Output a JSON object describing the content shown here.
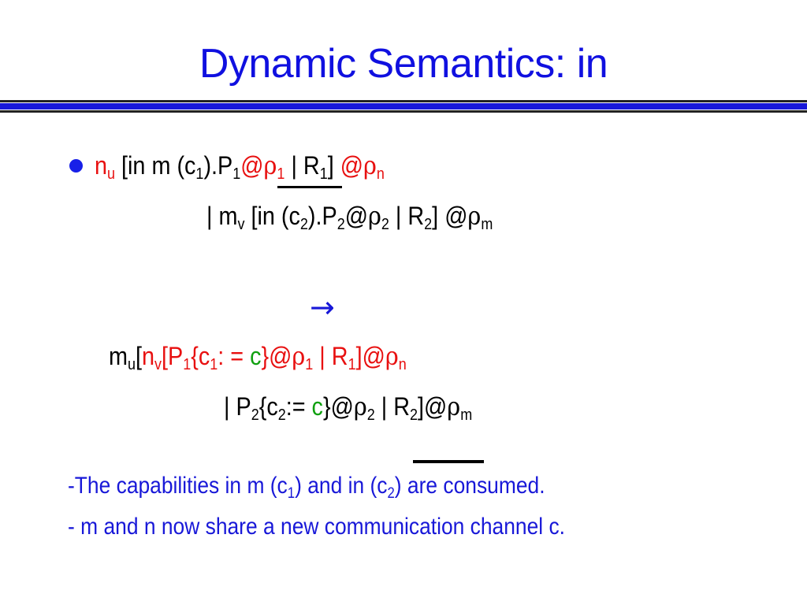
{
  "slide": {
    "title": "Dynamic Semantics: in"
  },
  "rule_1": {
    "at": "@",
    "rho": "ρ",
    "pipe": "|",
    "n": "n",
    "u": "u",
    "in_m_c": "[in m (c",
    "one": "1",
    "close_p": ").P",
    "r": "R",
    "close_bracket": "]",
    "line2_prefix": "| m",
    "v": "v",
    "in_c": "[in (c",
    "two": "2",
    "m": "m",
    "colon_eq": ": = ",
    "c": "c",
    "brace_close": "}",
    "brace_open": "{c",
    "open_bracket": "[",
    "p": "P",
    "bracket_p": "[P",
    "colon_eq_nospace": ":= ",
    "pipe_p": "| P"
  },
  "arrow": "→",
  "notes": {
    "note1_prefix": "-The capabilities in m (c",
    "note1_mid": ") and in (c",
    "note1_suffix": ") are consumed.",
    "note2": "- m and n now share a new communication channel c."
  },
  "colors": {
    "title": "#1010e0",
    "accent_red": "#e81010",
    "accent_green": "#10a010",
    "accent_blue": "#1818d8"
  }
}
